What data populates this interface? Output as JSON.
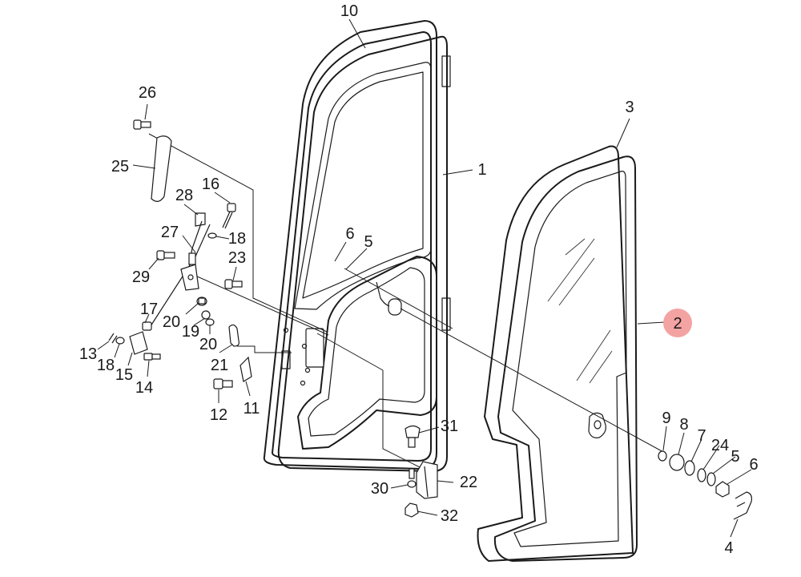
{
  "highlight_color": "#f4a3a3",
  "highlighted_part": "2",
  "labels": [
    {
      "id": "10",
      "text": "10"
    },
    {
      "id": "1",
      "text": "1"
    },
    {
      "id": "3",
      "text": "3"
    },
    {
      "id": "2",
      "text": "2"
    },
    {
      "id": "26",
      "text": "26"
    },
    {
      "id": "25",
      "text": "25"
    },
    {
      "id": "28",
      "text": "28"
    },
    {
      "id": "16",
      "text": "16"
    },
    {
      "id": "27",
      "text": "27"
    },
    {
      "id": "18a",
      "text": "18"
    },
    {
      "id": "29",
      "text": "29"
    },
    {
      "id": "23",
      "text": "23"
    },
    {
      "id": "17",
      "text": "17"
    },
    {
      "id": "20a",
      "text": "20"
    },
    {
      "id": "19",
      "text": "19"
    },
    {
      "id": "20b",
      "text": "20"
    },
    {
      "id": "13",
      "text": "13"
    },
    {
      "id": "18b",
      "text": "18"
    },
    {
      "id": "15",
      "text": "15"
    },
    {
      "id": "14",
      "text": "14"
    },
    {
      "id": "21",
      "text": "21"
    },
    {
      "id": "12",
      "text": "12"
    },
    {
      "id": "11",
      "text": "11"
    },
    {
      "id": "6a",
      "text": "6"
    },
    {
      "id": "5a",
      "text": "5"
    },
    {
      "id": "31",
      "text": "31"
    },
    {
      "id": "22",
      "text": "22"
    },
    {
      "id": "30",
      "text": "30"
    },
    {
      "id": "32",
      "text": "32"
    },
    {
      "id": "9",
      "text": "9"
    },
    {
      "id": "8",
      "text": "8"
    },
    {
      "id": "7",
      "text": "7"
    },
    {
      "id": "24",
      "text": "24"
    },
    {
      "id": "5b",
      "text": "5"
    },
    {
      "id": "6b",
      "text": "6"
    },
    {
      "id": "4",
      "text": "4"
    }
  ]
}
